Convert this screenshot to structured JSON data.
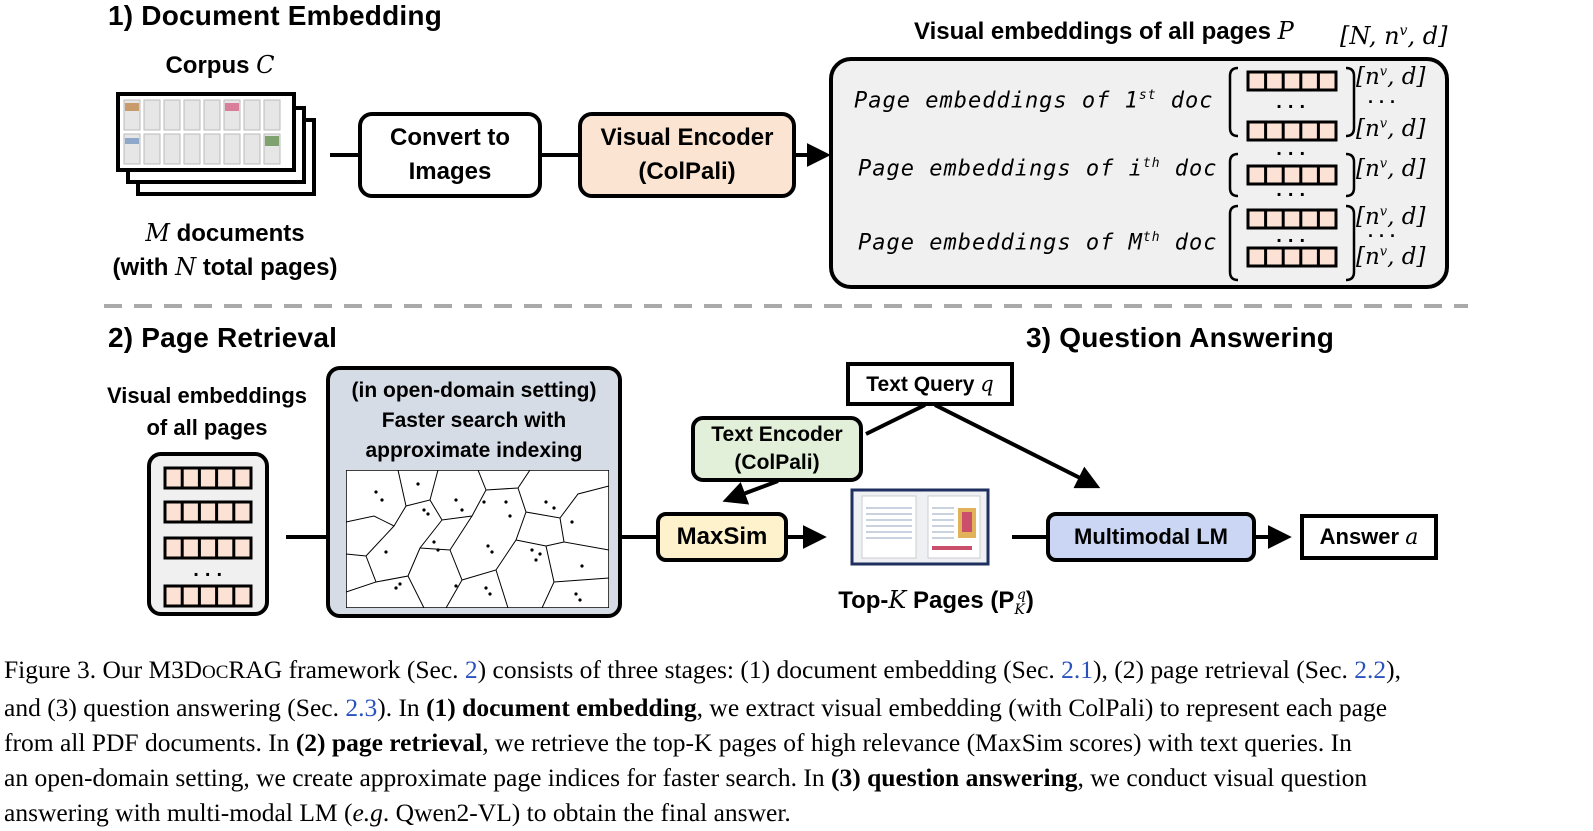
{
  "section1": {
    "title": "1) Document Embedding",
    "corpus_label": "Corpus",
    "corpus_sym": "C",
    "docs_sym": "M",
    "docs_label": "documents",
    "pages_prefix": "(with",
    "pages_sym": "N",
    "pages_suffix": "total pages)",
    "convert_label_1": "Convert to",
    "convert_label_2": "Images",
    "encoder_label_1": "Visual Encoder",
    "encoder_label_2": "(ColPali)",
    "visual_emb_title": "Visual embeddings of all pages",
    "visual_emb_sym": "P",
    "visual_emb_shape": "[N, n",
    "visual_emb_shape_sup": "v",
    "visual_emb_shape_end": ", d]",
    "page_emb_rows": [
      {
        "prefix": "Page embeddings of 1",
        "sup": "st",
        "suffix": " doc"
      },
      {
        "prefix": "Page embeddings of i",
        "sup": "th",
        "suffix": " doc"
      },
      {
        "prefix": "Page embeddings of M",
        "sup": "th",
        "suffix": " doc"
      }
    ],
    "dim_label": "[n",
    "dim_sup": "v",
    "dim_end": ", d]",
    "ellipsis": "· · ·"
  },
  "section2": {
    "title": "2) Page Retrieval",
    "emb_label_1": "Visual embeddings",
    "emb_label_2": "of all pages",
    "search_label_1": "(in open-domain setting)",
    "search_label_2": "Faster search with",
    "search_label_3": "approximate indexing",
    "text_encoder_1": "Text Encoder",
    "text_encoder_2": "(ColPali)",
    "maxsim_label": "MaxSim"
  },
  "section3": {
    "title": "3) Question Answering",
    "query_label": "Text Query",
    "query_sym": "q",
    "topk_prefix": "Top-",
    "topk_sym": "K",
    "topk_suffix": " Pages (P",
    "topk_sub": "K",
    "topk_sup": "q",
    "topk_close": ")",
    "mlm_label": "Multimodal LM",
    "answer_label": "Answer",
    "answer_sym": "a"
  },
  "colors": {
    "encoder_fill": "#fbe5d2",
    "text_encoder_fill": "#e2f0d9",
    "maxsim_fill": "#fdf2cc",
    "mlm_fill": "#cad6f4",
    "search_fill": "#d6dce6",
    "emb_panel_fill": "#f0f0f0",
    "emb_cell_fill": "#fbe2d5",
    "link_color": "#2a52be"
  },
  "caption": {
    "l1_a": "Figure 3. Our M3",
    "l1_b": "D",
    "l1_c": "OC",
    "l1_d": "RAG framework (Sec. ",
    "l1_r1": "2",
    "l1_e": ") consists of three stages: (1) document embedding (Sec. ",
    "l1_r2": "2.1",
    "l1_f": "), (2) page retrieval (Sec. ",
    "l1_r3": "2.2",
    "l1_g": "),",
    "l2_a": "and (3) question answering (Sec. ",
    "l2_r1": "2.3",
    "l2_b": ").  In ",
    "l2_bold": "(1) document embedding",
    "l2_c": ", we extract visual embedding (with ColPali) to represent each page",
    "l3_a": "from all PDF documents.  In ",
    "l3_bold": "(2) page retrieval",
    "l3_b": ", we retrieve the top-K pages of high relevance (MaxSim scores) with text queries.  In",
    "l4_a": "an open-domain setting, we create approximate page indices for faster search.  In ",
    "l4_bold": "(3) question answering",
    "l4_b": ", we conduct visual question",
    "l5_a": "answering with multi-modal LM (",
    "l5_it": "e.g",
    "l5_b": ". Qwen2-VL) to obtain the final answer."
  }
}
